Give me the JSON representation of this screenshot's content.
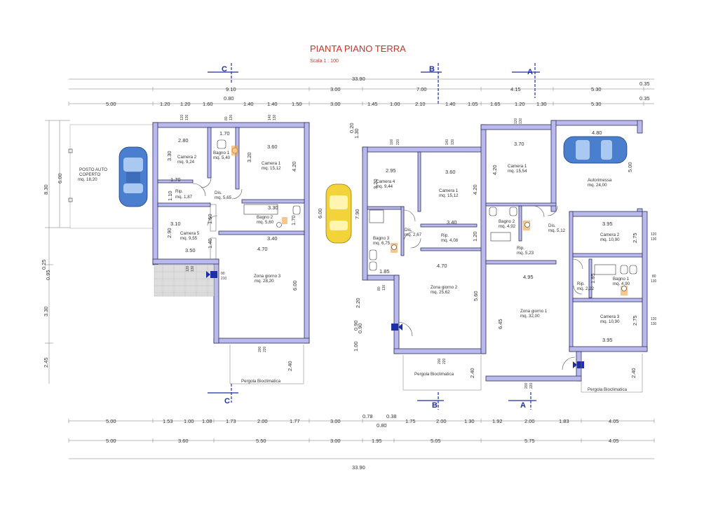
{
  "title": "PIANTA PIANO TERRA",
  "scale": "Scala 1 : 100",
  "sections": {
    "c_top": "C",
    "b_top": "B",
    "a_top": "A",
    "c_bottom": "C",
    "b_bottom": "B",
    "a_bottom": "A"
  },
  "top_dims": {
    "row1": [
      "33.90"
    ],
    "row2": [
      "9.10",
      "3.00",
      "7.00",
      "4.15",
      "5.30",
      "0.35"
    ],
    "row3_extra": [
      "0.80",
      "0.20",
      "1.30"
    ],
    "row3": [
      "5.00",
      "1.20",
      "1.20",
      "1.60",
      "1.40",
      "1.40",
      "1.50",
      "3.00",
      "1.45",
      "1.00",
      "2.10",
      "1.40",
      "1.05",
      "1.65",
      "1.20",
      "1.30",
      "5.30",
      "0.35"
    ]
  },
  "bottom_dims": {
    "row1": [
      "5.00",
      "1.53",
      "1.00",
      "1.08",
      "1.73",
      "2.00",
      "1.77",
      "3.00",
      "0.78",
      "0.38",
      "1.75",
      "2.00",
      "1.30",
      "1.92",
      "2.00",
      "1.83",
      "4.05"
    ],
    "row1_extra": [
      "0.80"
    ],
    "row2": [
      "5.00",
      "3.60",
      "5.50",
      "3.00",
      "1.95",
      "5.05",
      "5.75",
      "4.05"
    ],
    "row3": [
      "33.90"
    ]
  },
  "left_dims": {
    "outer": [
      "8.30",
      "0.25",
      "0.95",
      "3.30",
      "2.45"
    ],
    "inner": [
      "6.00"
    ]
  },
  "mid_dims": [
    "6.00",
    "7.90",
    "2.20",
    "1.00",
    "0.90",
    "0.90"
  ],
  "unit_c": {
    "parking": [
      "POSTO AUTO",
      "COPERTO",
      "mq. 18,20"
    ],
    "dims": [
      "2.80",
      "1.70",
      "3.60",
      "3.30",
      "3.20",
      "4.20",
      "1.70",
      "1.10",
      "3.30",
      "3.10",
      "2.90",
      "1.50",
      "1.70",
      "3.50",
      "4.70",
      "3.40",
      "1.40",
      "6.00",
      "2.40"
    ],
    "small": [
      "120",
      "130",
      "80",
      "130",
      "140",
      "130",
      "120",
      "130",
      "90",
      "210",
      "200",
      "220"
    ],
    "rooms": [
      {
        "name": "Camera 2",
        "area": "mq. 9,24"
      },
      {
        "name": "Bagno 1",
        "area": "mq. 5,40"
      },
      {
        "name": "Camera 1",
        "area": "mq. 15,12"
      },
      {
        "name": "Rip.",
        "area": "mq. 1,87"
      },
      {
        "name": "Dis.",
        "area": "mq. 5,65"
      },
      {
        "name": "Bagno 2",
        "area": "mq. 5,60"
      },
      {
        "name": "Camera 5",
        "area": "mq. 9,55"
      },
      {
        "name": "Zona giorno 3",
        "area": "mq. 28,20"
      }
    ],
    "pergola": "Pergola Bioclimatica"
  },
  "unit_b": {
    "dims": [
      "2.95",
      "3.60",
      "3.20",
      "4.20",
      "3.40",
      "1.20",
      "1.85",
      "4.70",
      "5.60",
      "2.40"
    ],
    "small": [
      "100",
      "220",
      "140",
      "130",
      "80",
      "130",
      "200",
      "220"
    ],
    "rooms": [
      {
        "name": "Camera 4",
        "area": "mq. 9,44"
      },
      {
        "name": "Camera 1",
        "area": "mq. 15,12"
      },
      {
        "name": "Dis.",
        "area": "mq. 2,67"
      },
      {
        "name": "Rip.",
        "area": "mq. 4,08"
      },
      {
        "name": "Bagno 3",
        "area": "mq. 6,75"
      },
      {
        "name": "Zona giorno 2",
        "area": "mq. 25,62"
      }
    ],
    "pergola": "Pergola Bioclimatica"
  },
  "unit_a": {
    "dims": [
      "3.70",
      "4.80",
      "4.20",
      "5.00",
      "3.95",
      "2.75",
      "4.95",
      "1.85",
      "6.45",
      "2.75",
      "3.95",
      "2.40"
    ],
    "small": [
      "120",
      "130",
      "120",
      "130",
      "80",
      "130",
      "120",
      "130",
      "200",
      "220"
    ],
    "rooms": [
      {
        "name": "Camera 1",
        "area": "mq. 15,54"
      },
      {
        "name": "Autorimessa",
        "area": "mq. 24,00"
      },
      {
        "name": "Bagno 2",
        "area": "mq. 4,92"
      },
      {
        "name": "Dis.",
        "area": "mq. 5,12"
      },
      {
        "name": "Rip.",
        "area": "mq. 5,23"
      },
      {
        "name": "Camera 2",
        "area": "mq. 10,90"
      },
      {
        "name": "Rip.",
        "area": "mq. 2,22"
      },
      {
        "name": "Bagno 1",
        "area": "mq. 4,90"
      },
      {
        "name": "Camera 3",
        "area": "mq. 10,90"
      },
      {
        "name": "Zona giorno 1",
        "area": "mq. 32,00"
      }
    ],
    "pergola": "Pergola Bioclimatica"
  },
  "colors": {
    "wall": "#b9b9ec",
    "title": "#c0392b",
    "section": "#1c2fa8",
    "car_blue": "#4a7fd0",
    "car_yellow": "#f2d33a"
  }
}
